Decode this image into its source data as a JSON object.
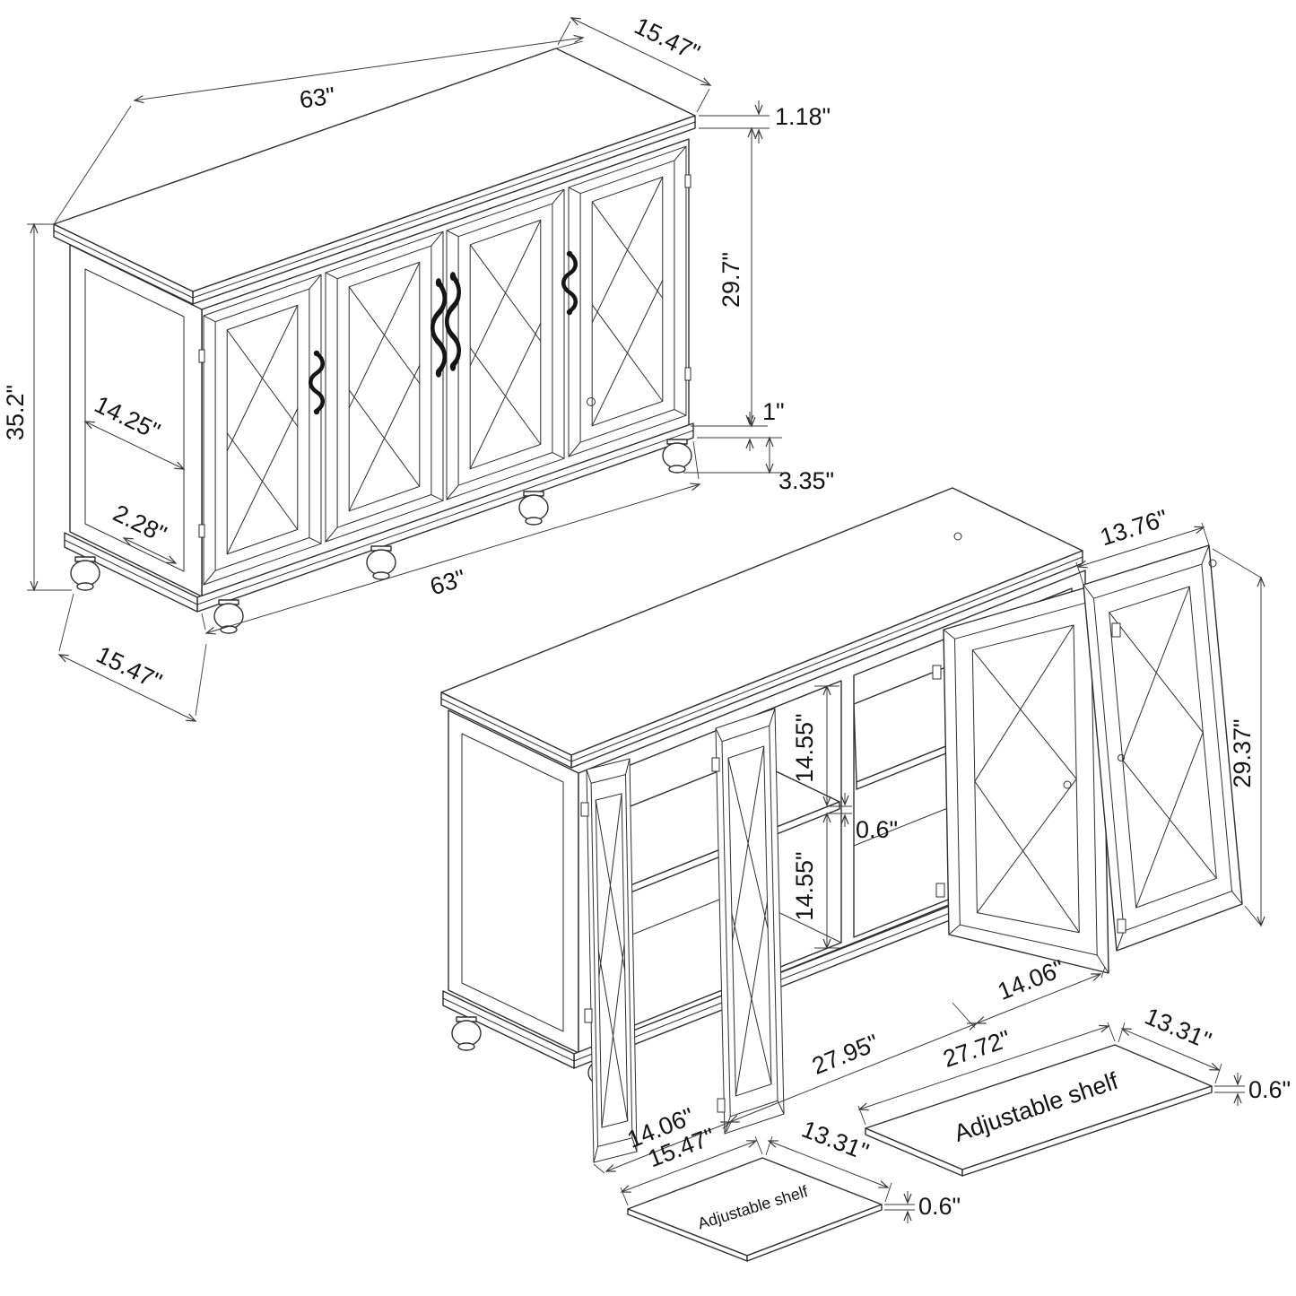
{
  "page": {
    "background": "#ffffff",
    "line_color": "#2f2f2f",
    "text_color": "#141414"
  },
  "closed_view": {
    "top_width": "63\"",
    "top_depth": "15.47\"",
    "top_thickness": "1.18\"",
    "door_section_height": "29.7\"",
    "base_trim_height": "1\"",
    "foot_height": "3.35\"",
    "overall_height": "35.2\"",
    "side_panel_depth": "14.25\"",
    "side_bottom_trim": "2.28\"",
    "bottom_width": "63\"",
    "bottom_depth": "15.47\""
  },
  "open_view": {
    "door_top_width": "13.76\"",
    "door_height": "29.37\"",
    "upper_compartment_height": "14.55\"",
    "shelf_gap_thickness": "0.6\"",
    "lower_compartment_height": "14.55\"",
    "left_opening_width": "14.06\"",
    "middle_opening_width": "27.95\"",
    "right_opening_width": "14.06\""
  },
  "large_shelf": {
    "label": "Adjustable shelf",
    "width": "27.72\"",
    "depth": "13.31\"",
    "thickness": "0.6\""
  },
  "small_shelf": {
    "label": "Adjustable shelf",
    "width": "15.47\"",
    "depth": "13.31\"",
    "thickness": "0.6\""
  }
}
